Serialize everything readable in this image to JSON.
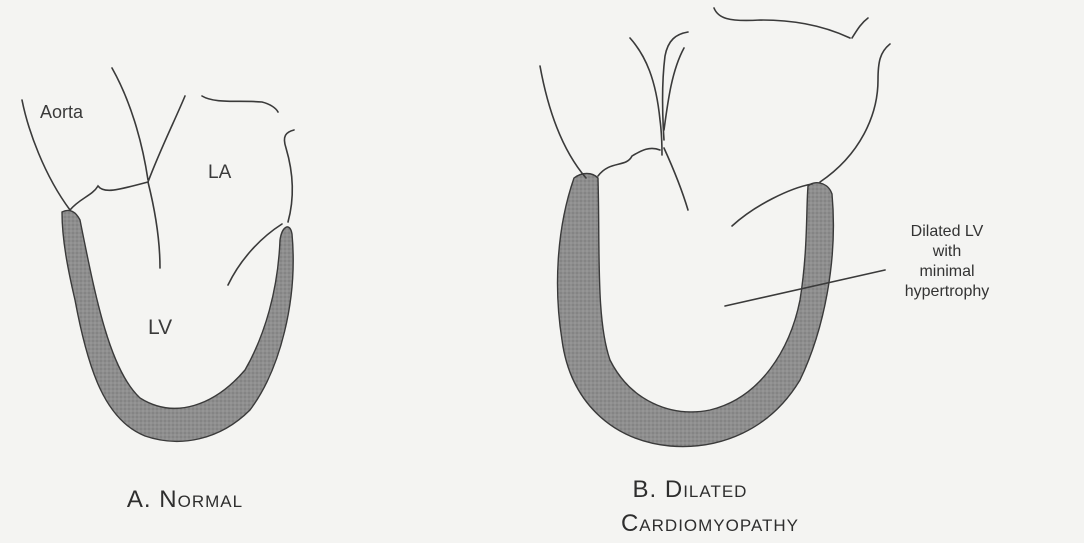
{
  "normal": {
    "label_aorta": "Aorta",
    "label_la": "LA",
    "label_lv": "LV",
    "caption": "A. Normal"
  },
  "dilated": {
    "annotation": [
      "Dilated LV",
      "with",
      "minimal",
      "hypertrophy"
    ],
    "caption_line1": "B. Dilated",
    "caption_line2": "Cardiomyopathy"
  },
  "colors": {
    "wall_fill": "#8c8c8c",
    "line": "#3a3a3a",
    "background": "#f4f4f2"
  }
}
